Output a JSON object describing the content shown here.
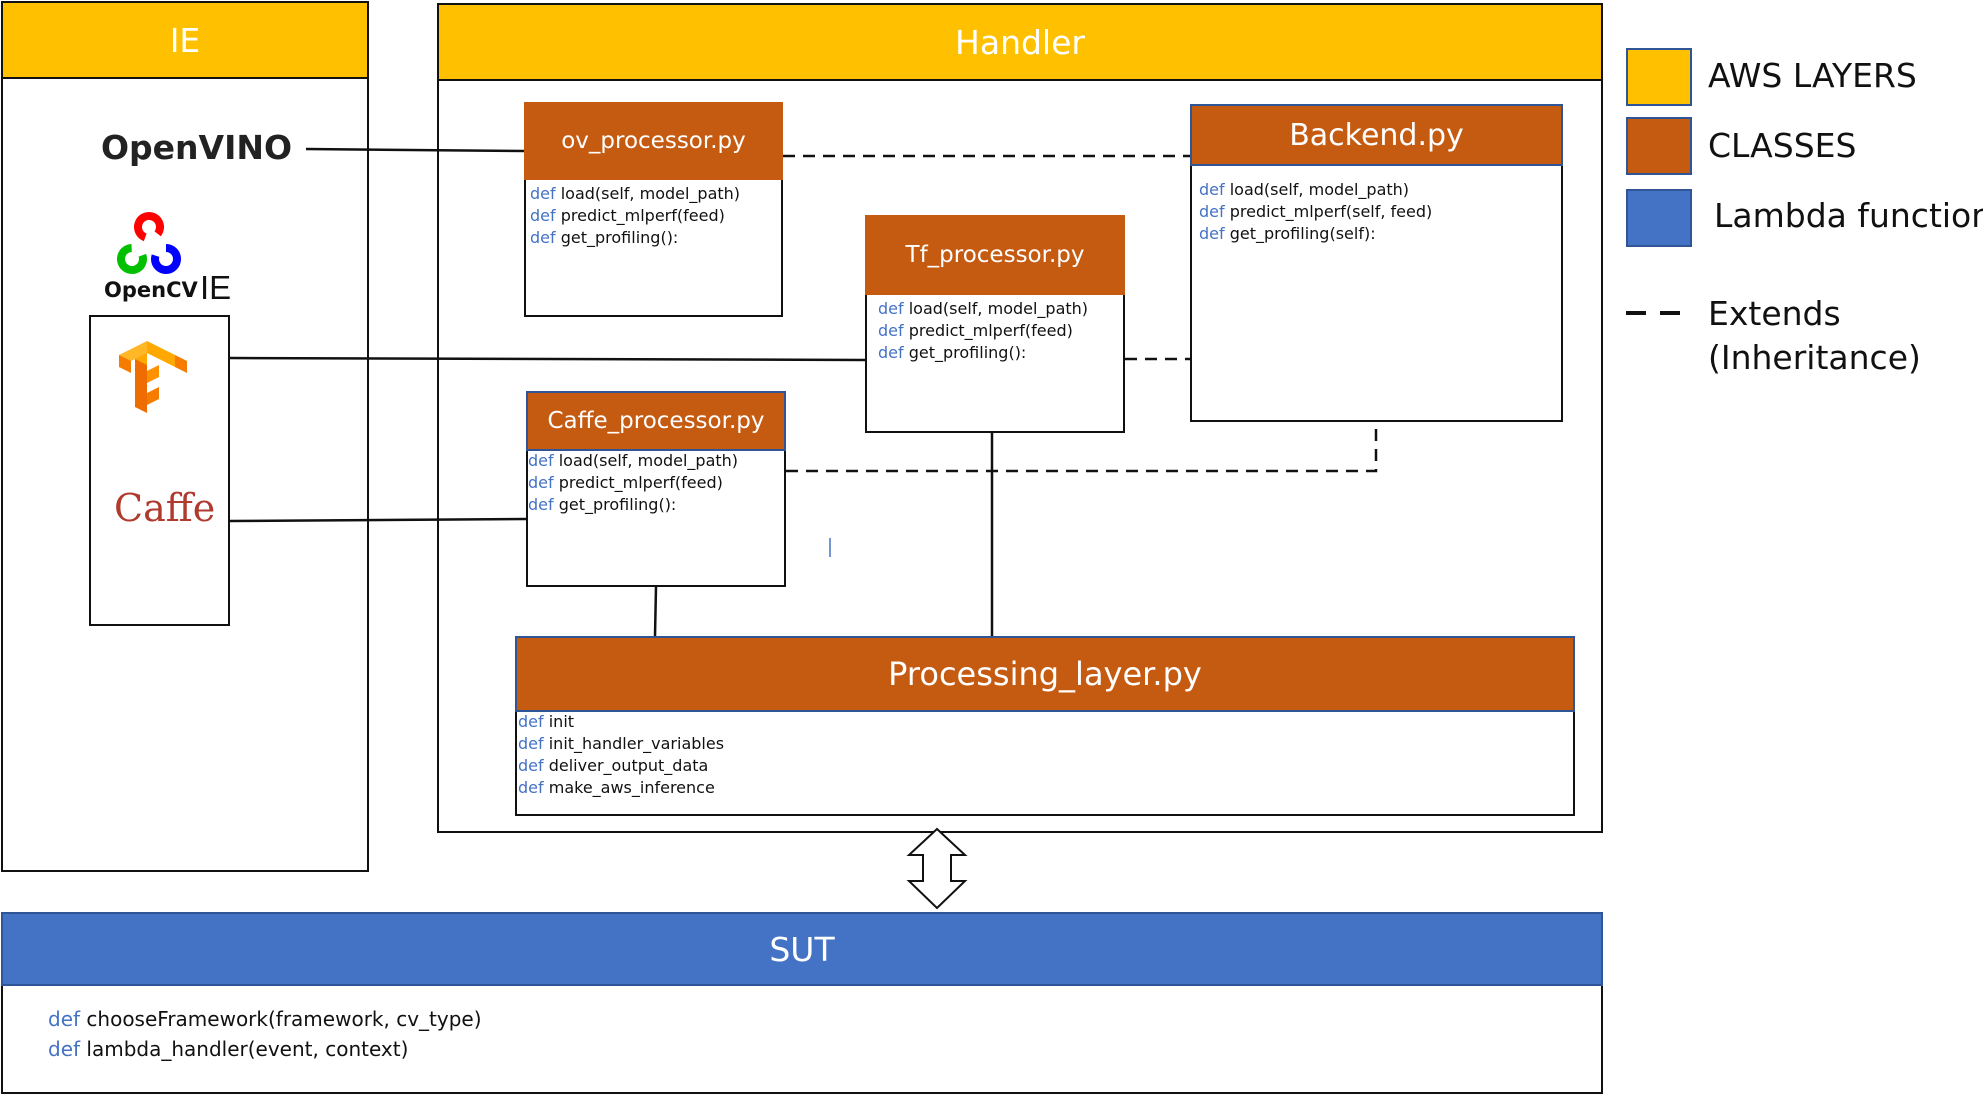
{
  "layers": {
    "ie": {
      "title": "IE"
    },
    "handler": {
      "title": "Handler"
    },
    "sut": {
      "title": "SUT",
      "lines": [
        {
          "kw": "def",
          "text": "chooseFramework(framework, cv_type)"
        },
        {
          "kw": "def",
          "text": "lambda_handler(event, context)"
        }
      ]
    }
  },
  "logos": {
    "openvino": "OpenVINO",
    "opencv": "OpenCV",
    "opencv_suffix": "IE",
    "caffe": "Caffe"
  },
  "classes": {
    "ov_processor": {
      "title": "ov_processor.py",
      "lines": [
        {
          "kw": "def",
          "text": "load(self, model_path)"
        },
        {
          "kw": "def",
          "text": "predict_mlperf(feed)"
        },
        {
          "kw": "def",
          "text": "get_profiling():"
        }
      ]
    },
    "tf_processor": {
      "title": "Tf_processor.py",
      "lines": [
        {
          "kw": "def",
          "text": "load(self, model_path)"
        },
        {
          "kw": "def",
          "text": "predict_mlperf(feed)"
        },
        {
          "kw": "def",
          "text": "get_profiling():"
        }
      ]
    },
    "caffe_processor": {
      "title": "Caffe_processor.py",
      "lines": [
        {
          "kw": "def",
          "text": "load(self, model_path)"
        },
        {
          "kw": "def",
          "text": "predict_mlperf(feed)"
        },
        {
          "kw": "def",
          "text": "get_profiling():"
        }
      ]
    },
    "backend": {
      "title": "Backend.py",
      "lines": [
        {
          "kw": "def",
          "text": "load(self, model_path)"
        },
        {
          "kw": "def",
          "text": "predict_mlperf(self, feed)"
        },
        {
          "kw": "def",
          "text": "get_profiling(self):"
        }
      ]
    },
    "processing_layer": {
      "title": "Processing_layer.py",
      "lines": [
        {
          "kw": "def",
          "text": "init"
        },
        {
          "kw": "def",
          "text": "init_handler_variables"
        },
        {
          "kw": "def",
          "text": "deliver_output_data"
        },
        {
          "kw": "def",
          "text": "make_aws_inference"
        }
      ]
    }
  },
  "legend": {
    "aws_layers": "AWS LAYERS",
    "classes": "CLASSES",
    "lambda": "Lambda function",
    "extends_line1": "Extends",
    "extends_line2": "(Inheritance)"
  },
  "colors": {
    "aws_layer": "#ffc000",
    "class": "#c55a11",
    "lambda": "#4472c4",
    "keyword": "#4472c4"
  }
}
